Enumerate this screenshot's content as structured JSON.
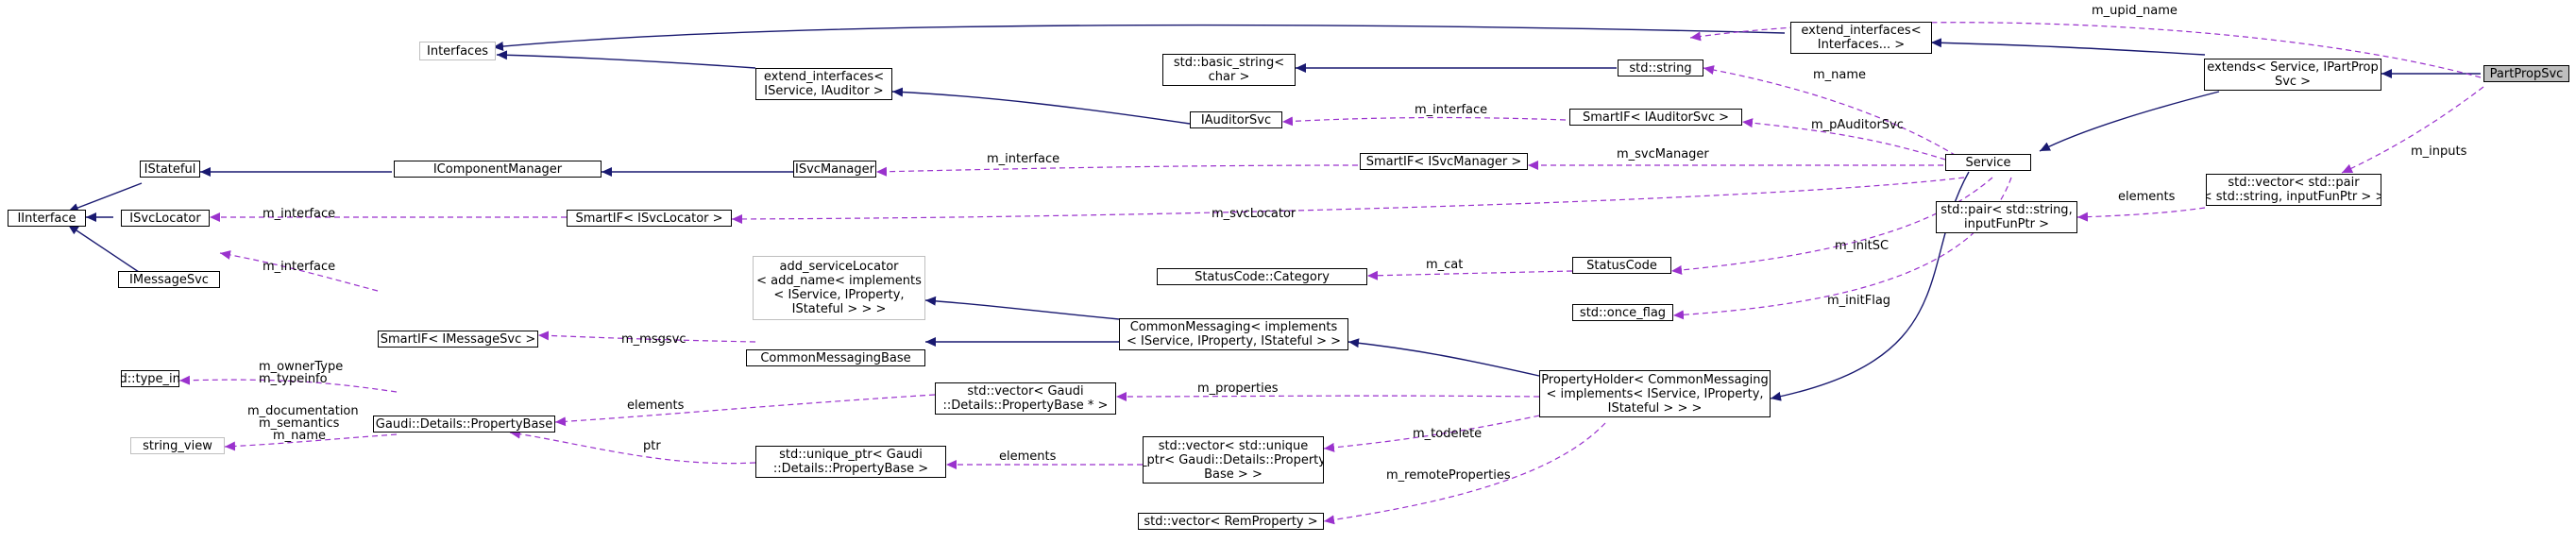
{
  "nodes": {
    "partpropsvc": {
      "lines": [
        "PartPropSvc"
      ]
    },
    "extends": {
      "lines": [
        "extends< Service, IPartProp",
        "Svc >"
      ]
    },
    "extend_interfaces_variadic": {
      "lines": [
        "extend_interfaces<",
        "Interfaces... >"
      ]
    },
    "interfaces": {
      "lines": [
        "Interfaces"
      ]
    },
    "std_string": {
      "lines": [
        "std::string"
      ]
    },
    "basic_string": {
      "lines": [
        "std::basic_string<",
        "char >"
      ]
    },
    "service": {
      "lines": [
        "Service"
      ]
    },
    "vector_pair": {
      "lines": [
        "std::vector< std::pair",
        "< std::string, inputFunPtr > >"
      ]
    },
    "pair": {
      "lines": [
        "std::pair< std::string,",
        "inputFunPtr >"
      ]
    },
    "smartif_iauditorsvc": {
      "lines": [
        "SmartIF< IAuditorSvc >"
      ]
    },
    "iauditorsvc": {
      "lines": [
        "IAuditorSvc"
      ]
    },
    "extend_interfaces_isvc": {
      "lines": [
        "extend_interfaces<",
        "IService, IAuditor >"
      ]
    },
    "smartif_isvcmanager": {
      "lines": [
        "SmartIF< ISvcManager >"
      ]
    },
    "isvcmanager": {
      "lines": [
        "ISvcManager"
      ]
    },
    "icomponentmanager": {
      "lines": [
        "IComponentManager"
      ]
    },
    "istateful": {
      "lines": [
        "IStateful"
      ]
    },
    "iinterface": {
      "lines": [
        "IInterface"
      ]
    },
    "isvclocator": {
      "lines": [
        "ISvcLocator"
      ]
    },
    "smartif_isvclocator": {
      "lines": [
        "SmartIF< ISvcLocator >"
      ]
    },
    "imessagesvc": {
      "lines": [
        "IMessageSvc"
      ]
    },
    "smartif_imessagesvc": {
      "lines": [
        "SmartIF< IMessageSvc >"
      ]
    },
    "add_servicelocator": {
      "lines": [
        "add_serviceLocator",
        "< add_name< implements",
        "< IService, IProperty,",
        "IStateful > > >"
      ]
    },
    "commonmessagingbase": {
      "lines": [
        "CommonMessagingBase"
      ]
    },
    "commonmessaging": {
      "lines": [
        "CommonMessaging< implements",
        "< IService, IProperty, IStateful > >"
      ]
    },
    "statuscode_category": {
      "lines": [
        "StatusCode::Category"
      ]
    },
    "statuscode": {
      "lines": [
        "StatusCode"
      ]
    },
    "once_flag": {
      "lines": [
        "std::once_flag"
      ]
    },
    "propertyholder": {
      "lines": [
        "PropertyHolder< CommonMessaging",
        "< implements< IService, IProperty,",
        "IStateful > > >"
      ]
    },
    "vector_propertybase_ptr": {
      "lines": [
        "std::vector< Gaudi",
        "::Details::PropertyBase * >"
      ]
    },
    "vector_unique_ptr": {
      "lines": [
        "std::vector< std::unique",
        "_ptr< Gaudi::Details::Property",
        "Base > >"
      ]
    },
    "unique_ptr_propertybase": {
      "lines": [
        "std::unique_ptr< Gaudi",
        "::Details::PropertyBase >"
      ]
    },
    "propertybase": {
      "lines": [
        "Gaudi::Details::PropertyBase"
      ]
    },
    "type_info": {
      "lines": [
        "std::type_info"
      ]
    },
    "string_view": {
      "lines": [
        "string_view"
      ]
    },
    "vector_remproperty": {
      "lines": [
        "std::vector< RemProperty >"
      ]
    }
  },
  "edge_labels": {
    "m_upid_name": "m_upid_name",
    "m_inputs": "m_inputs",
    "m_name": "m_name",
    "m_pauditorsvc": "m_pAuditorSvc",
    "m_interface_auditor": "m_interface",
    "m_interface_svcmanager": "m_interface",
    "m_svcmanager": "m_svcManager",
    "m_interface_svclocator": "m_interface",
    "m_svclocator": "m_svcLocator",
    "elements_pair": "elements",
    "m_interface_message": "m_interface",
    "m_cat": "m_cat",
    "m_initsc": "m_initSC",
    "m_initflag": "m_initFlag",
    "m_msgsvc": "m_msgsvc",
    "m_ownertype": "m_ownerType",
    "m_typeinfo": "m_typeinfo",
    "elements_propertybase": "elements",
    "m_properties": "m_properties",
    "m_documentation": "m_documentation",
    "m_semantics": "m_semantics",
    "m_name_pb": "m_name",
    "ptr": "ptr",
    "elements_unique": "elements",
    "m_todelete": "m_todelete",
    "m_remoteproperties": "m_remoteProperties"
  },
  "colors": {
    "inheritance": "#191970",
    "usage": "#9a32cd",
    "node_border": "#000000",
    "gray_border": "#bfbfbf",
    "focus_fill": "#bfbfbf"
  }
}
